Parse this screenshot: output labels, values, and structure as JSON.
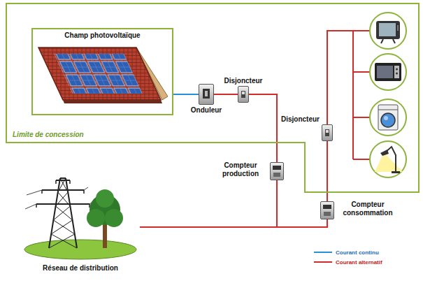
{
  "diagram": {
    "nodes": [
      {
        "text": [
          "Limite de concession"
        ]
      },
      {
        "text": [
          "Champ photovoltaïque"
        ],
        "in": 0
      },
      {
        "text": [
          "Onduleur"
        ],
        "in": 0
      },
      {
        "text": [
          "Disjoncteur"
        ],
        "in": 0
      },
      {
        "text": [
          "Disjoncteur"
        ],
        "in": 0
      },
      {
        "text": [
          "Compteur production"
        ]
      },
      {
        "text": [
          "Compteur consommation"
        ]
      },
      {
        "text": [
          "Réseau de distribution"
        ]
      }
    ],
    "edges": [
      {
        "from": 1,
        "to": 2,
        "arrow": "none"
      },
      {
        "from": 2,
        "to": 3,
        "arrow": "none"
      },
      {
        "from": 3,
        "to": 5,
        "arrow": "none"
      },
      {
        "from": 5,
        "to": 7,
        "arrow": "none"
      },
      {
        "from": 7,
        "to": 6,
        "arrow": "none"
      },
      {
        "from": 6,
        "to": 4,
        "arrow": "none"
      }
    ],
    "legend": [
      {
        "text": "Courant continu"
      },
      {
        "text": "Courant alternatif"
      }
    ]
  }
}
